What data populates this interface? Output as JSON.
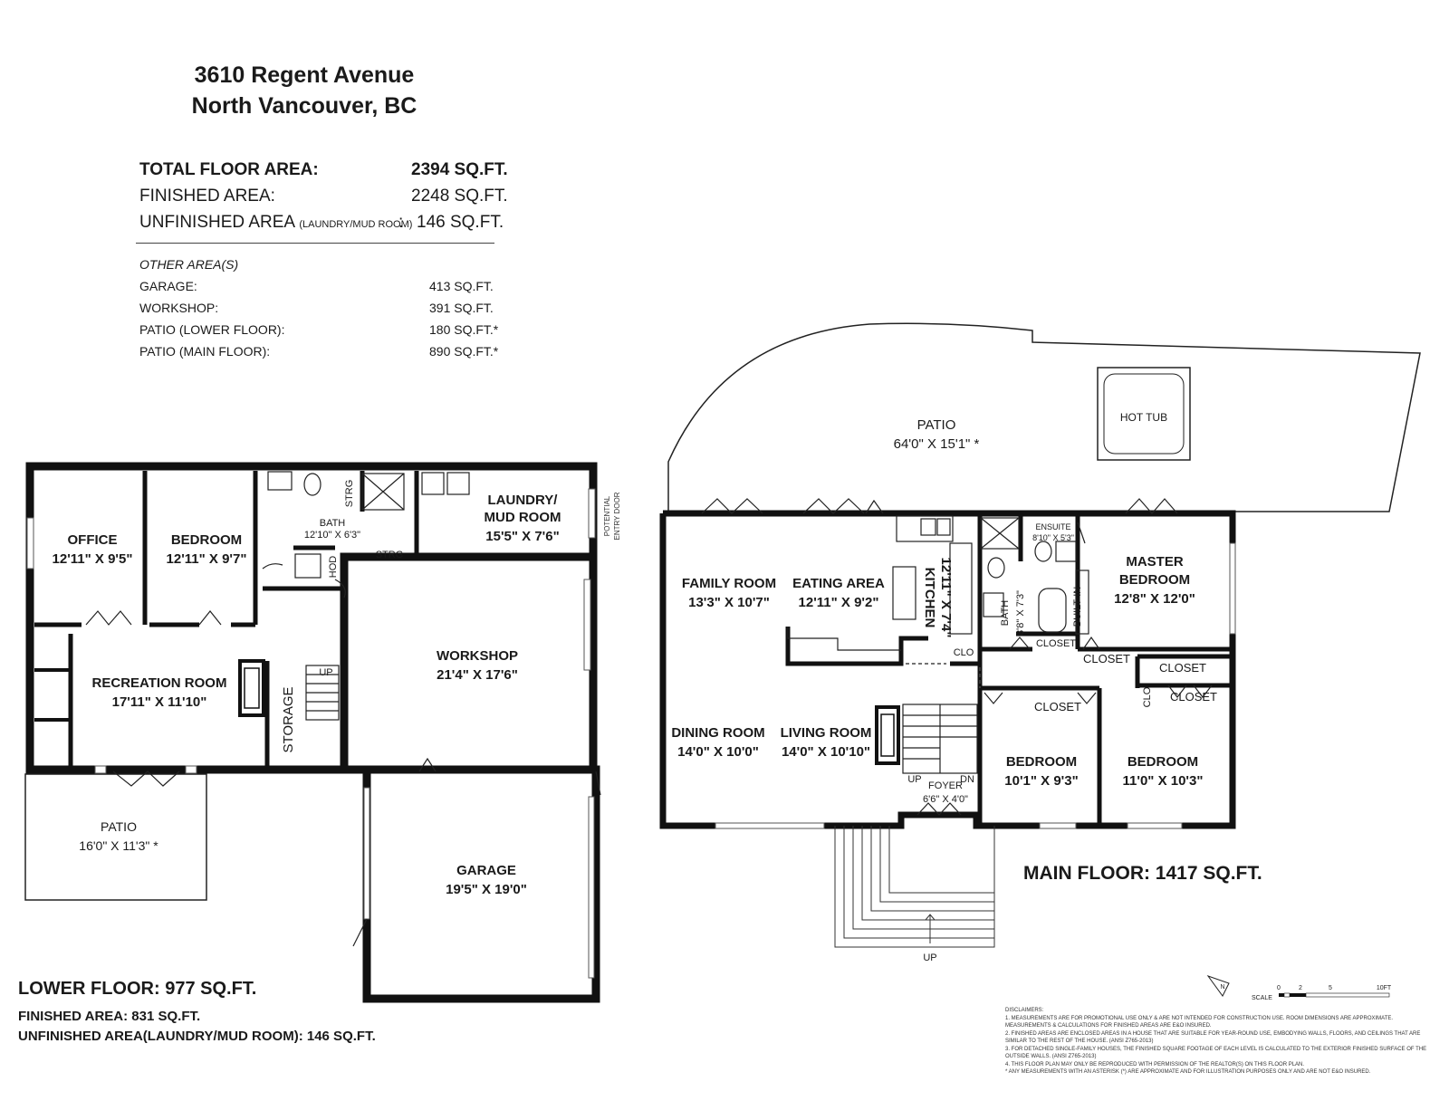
{
  "header": {
    "address_line1": "3610 Regent Avenue",
    "address_line2": "North Vancouver, BC"
  },
  "summary": {
    "total_label": "TOTAL FLOOR AREA:",
    "total_value": "2394 SQ.FT.",
    "finished_label": "FINISHED AREA:",
    "finished_value": "2248 SQ.FT.",
    "unfinished_label": "UNFINISHED AREA",
    "unfinished_note": "(LAUNDRY/MUD ROOM)",
    "unfinished_colon": ":",
    "unfinished_value": "146 SQ.FT.",
    "other_heading": "OTHER AREA(S)",
    "other": [
      {
        "label": "GARAGE:",
        "value": "413 SQ.FT."
      },
      {
        "label": "WORKSHOP:",
        "value": "391 SQ.FT."
      },
      {
        "label": "PATIO (LOWER FLOOR):",
        "value": "180 SQ.FT.*"
      },
      {
        "label": "PATIO (MAIN FLOOR):",
        "value": "890 SQ.FT.*"
      }
    ]
  },
  "lower_floor": {
    "title": "LOWER FLOOR: 977 SQ.FT.",
    "finished": "FINISHED AREA: 831 SQ.FT.",
    "unfinished": "UNFINISHED AREA(LAUNDRY/MUD ROOM): 146 SQ.FT.",
    "rooms": {
      "office": {
        "name": "OFFICE",
        "dim": "12'11\" X 9'5\""
      },
      "bedroom": {
        "name": "BEDROOM",
        "dim": "12'11\" X 9'7\""
      },
      "bath": {
        "name": "BATH",
        "dim": "12'10\" X 6'3\""
      },
      "laundry": {
        "name1": "LAUNDRY/",
        "name2": "MUD ROOM",
        "dim": "15'5\" X 7'6\""
      },
      "recreation": {
        "name": "RECREATION ROOM",
        "dim": "17'11\" X 11'10\""
      },
      "storage": {
        "name": "STORAGE"
      },
      "workshop": {
        "name": "WORKSHOP",
        "dim": "21'4\" X 17'6\""
      },
      "patio": {
        "name": "PATIO",
        "dim": "16'0\" X 11'3\" *"
      },
      "garage": {
        "name": "GARAGE",
        "dim": "19'5\" X 19'0\""
      }
    },
    "small_labels": {
      "strg_upper": "STRG",
      "strg_lower": "STRG",
      "hod": "HOD",
      "up": "UP",
      "potential_entry_1": "POTENTIAL",
      "potential_entry_2": "ENTRY DOOR"
    }
  },
  "main_floor": {
    "title": "MAIN FLOOR: 1417 SQ.FT.",
    "rooms": {
      "patio": {
        "name": "PATIO",
        "dim": "64'0\" X 15'1\" *"
      },
      "hot_tub": {
        "name": "HOT TUB"
      },
      "family": {
        "name": "FAMILY ROOM",
        "dim": "13'3\" X 10'7\""
      },
      "eating": {
        "name": "EATING AREA",
        "dim": "12'11\" X 9'2\""
      },
      "kitchen": {
        "name": "KITCHEN",
        "dim": "12'11\" X 7'4\""
      },
      "bath": {
        "name": "BATH",
        "dim": "8'8\" X 7'3\""
      },
      "ensuite": {
        "name": "ENSUITE",
        "dim": "8'10\" X 5'3\""
      },
      "master": {
        "name1": "MASTER",
        "name2": "BEDROOM",
        "dim": "12'8\" X 12'0\""
      },
      "dining": {
        "name": "DINING ROOM",
        "dim": "14'0\" X 10'0\""
      },
      "living": {
        "name": "LIVING ROOM",
        "dim": "14'0\" X 10'10\""
      },
      "foyer": {
        "name": "FOYER",
        "dim": "6'6\" X 4'0\""
      },
      "bedroom2": {
        "name": "BEDROOM",
        "dim": "10'1\" X 9'3\""
      },
      "bedroom3": {
        "name": "BEDROOM",
        "dim": "11'0\" X 10'3\""
      }
    },
    "small_labels": {
      "closet_master": "CLOSET",
      "closet_right": "CLOSET",
      "closet_b3": "CLOSET",
      "closet_b2": "CLOSET",
      "closet_bath": "CLOSET",
      "clo_1": "CLO",
      "clo_2": "CLO",
      "built_in": "BUILT-IN",
      "up_foyer": "UP",
      "dn_foyer": "DN",
      "up_steps": "UP"
    }
  },
  "scale": {
    "label": "SCALE",
    "ticks": [
      "0",
      "2",
      "5",
      "10FT"
    ],
    "north": "N"
  },
  "disclaimer": [
    "DISCLAIMERS:",
    "1. MEASUREMENTS ARE FOR PROMOTIONAL USE ONLY & ARE NOT INTENDED FOR CONSTRUCTION USE. ROOM DIMENSIONS ARE APPROXIMATE.",
    "MEASUREMENTS & CALCULATIONS FOR FINISHED AREAS ARE E&O INSURED.",
    "2. FINISHED AREAS ARE ENCLOSED AREAS IN A HOUSE THAT ARE SUITABLE FOR YEAR-ROUND USE, EMBODYING WALLS, FLOORS, AND CEILINGS THAT ARE",
    "SIMILAR TO THE REST OF THE HOUSE. (ANSI Z765-2013)",
    "3. FOR DETACHED SINGLE-FAMILY HOUSES, THE FINISHED SQUARE FOOTAGE OF EACH LEVEL IS CALCULATED TO THE EXTERIOR FINISHED SURFACE OF THE",
    "OUTSIDE WALLS. (ANSI Z765-2013)",
    "4. THIS FLOOR PLAN MAY ONLY BE REPRODUCED WITH PERMISSION OF THE REALTOR(S) ON THIS FLOOR PLAN.",
    "* ANY MEASUREMENTS WITH AN ASTERISK (*) ARE APPROXIMATE AND FOR ILLUSTRATION PURPOSES ONLY AND ARE NOT E&O INSURED."
  ]
}
